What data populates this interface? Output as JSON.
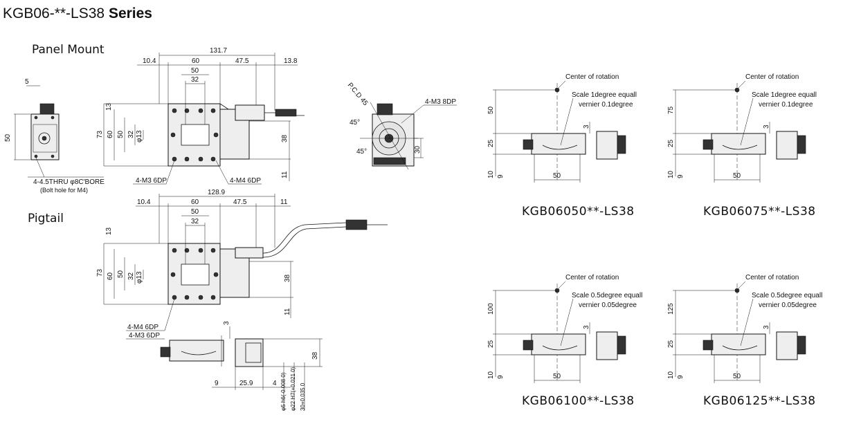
{
  "title": {
    "main": "KGB06-**-LS38",
    "suffix": "Series"
  },
  "sections": {
    "panel_mount": "Panel Mount",
    "pigtail": "Pigtail"
  },
  "models": [
    "KGB06050**-LS38",
    "KGB06075**-LS38",
    "KGB06100**-LS38",
    "KGB06125**-LS38"
  ],
  "panel": {
    "top_dims": [
      "131.7",
      "10.4",
      "60",
      "47.5",
      "13.8",
      "50",
      "32"
    ],
    "left_dims": [
      "13",
      "73",
      "60",
      "50",
      "32",
      "φ13"
    ],
    "right_dims": [
      "38",
      "11"
    ],
    "side_dims": [
      "5",
      "50"
    ],
    "notes": [
      "4-4.5THRU φ8C'BORE",
      "(Bolt hole for M4)",
      "4-M3 6DP",
      "4-M4 6DP"
    ]
  },
  "rotated": {
    "pcd": "P.C.D 45",
    "angle1": "45°",
    "angle2": "45°",
    "note": "4-M3 8DP",
    "dim": "30"
  },
  "pigtail": {
    "top_dims": [
      "128.9",
      "10.4",
      "60",
      "47.5",
      "11",
      "50",
      "32"
    ],
    "left_dims": [
      "13",
      "73",
      "60",
      "50",
      "32",
      "φ13"
    ],
    "right_dims": [
      "38",
      "11"
    ],
    "notes": [
      "4-M4 6DP",
      "4-M3 6DP"
    ],
    "bottom_dims": [
      "3",
      "9",
      "25.9",
      "4",
      "38"
    ],
    "fits": [
      "φ5 h6(-0.008 0)",
      "φ22 H7(+0.021 0)",
      "30+0.035 0"
    ]
  },
  "views": [
    {
      "center": "Center of rotation",
      "scale": "Scale 1degree equall",
      "vernier": "vernier 0.1degree",
      "h": "50",
      "d25": "25",
      "d10": "10",
      "d9": "9",
      "d3": "3",
      "w": "50"
    },
    {
      "center": "Center of rotation",
      "scale": "Scale 1degree equall",
      "vernier": "vernier 0.1degree",
      "h": "75",
      "d25": "25",
      "d10": "10",
      "d9": "9",
      "d3": "3",
      "w": "50"
    },
    {
      "center": "Center of rotation",
      "scale": "Scale 0.5degree equall",
      "vernier": "vernier 0.05degree",
      "h": "100",
      "d25": "25",
      "d10": "10",
      "d9": "9",
      "d3": "3",
      "w": "50"
    },
    {
      "center": "Center of rotation",
      "scale": "Scale 0.5degree equall",
      "vernier": "vernier 0.05degree",
      "h": "125",
      "d25": "25",
      "d10": "10",
      "d9": "9",
      "d3": "3",
      "w": "50"
    }
  ]
}
